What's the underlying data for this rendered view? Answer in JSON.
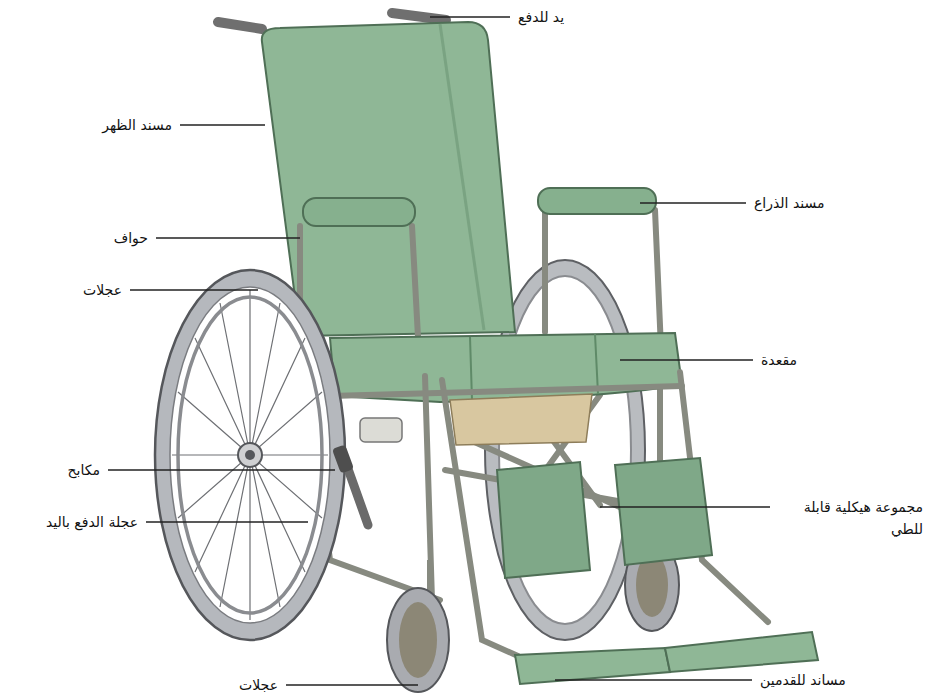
{
  "diagram": {
    "labels": [
      "يد للدفع",
      "مسند الظهر",
      "مسند الذراع",
      "حواف",
      "عجلات",
      "مقعدة",
      "مكابح",
      "عجلة الدفع باليد",
      "مجموعة هيكلية قابلة للطي",
      "عجلات",
      "مساند للقدمين"
    ]
  }
}
